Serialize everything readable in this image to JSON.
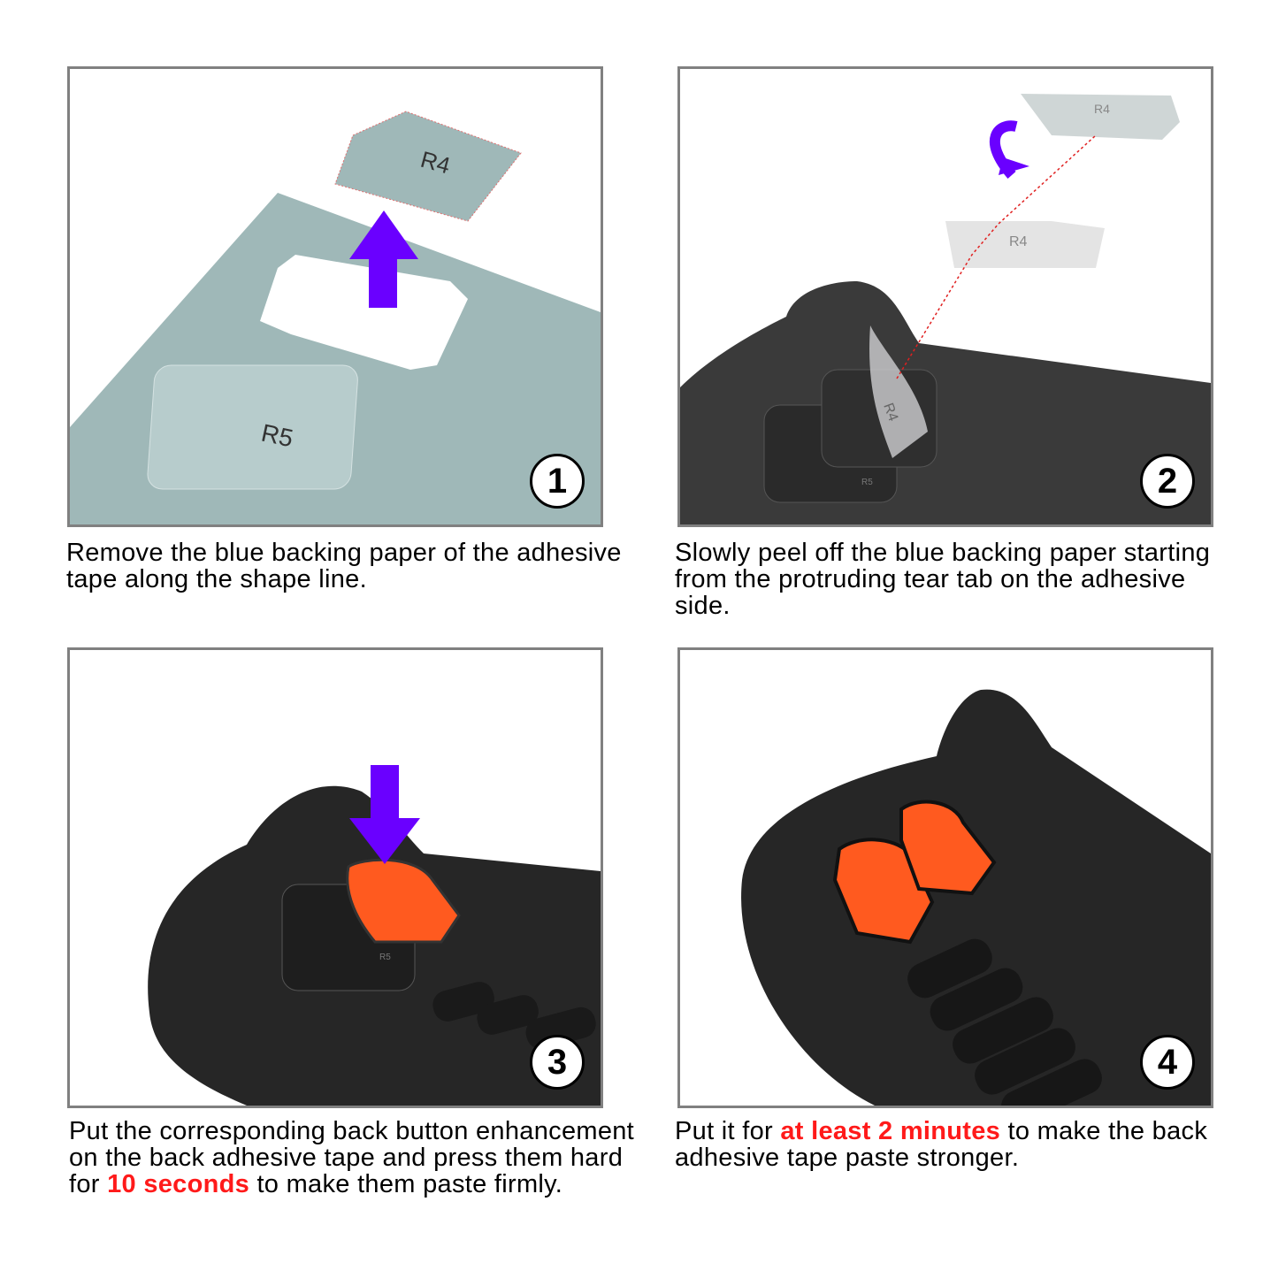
{
  "steps": [
    {
      "number": "1",
      "caption": "Remove the blue backing paper of the adhesive tape along the shape line.",
      "labels": [
        "R4",
        "R5"
      ]
    },
    {
      "number": "2",
      "caption": "Slowly peel off the blue backing paper starting from the protruding tear tab on the adhesive side.",
      "labels": [
        "R4",
        "R4",
        "R4",
        "R5"
      ]
    },
    {
      "number": "3",
      "caption_before": "Put the corresponding back button enhancement on the back adhesive tape and press them hard for ",
      "caption_highlight": "10 seconds",
      "caption_after": " to make them paste firmly.",
      "labels": [
        "R5"
      ]
    },
    {
      "number": "4",
      "caption_before": "Put it for ",
      "caption_highlight": "at least 2 minutes",
      "caption_after": " to make the back adhesive tape paste stronger."
    }
  ],
  "colors": {
    "arrow": "#6a00ff",
    "highlight": "#ff1a1a",
    "button": "#ff5a1f",
    "device": "#2b2b2b",
    "paper": "#9fb8b8"
  }
}
